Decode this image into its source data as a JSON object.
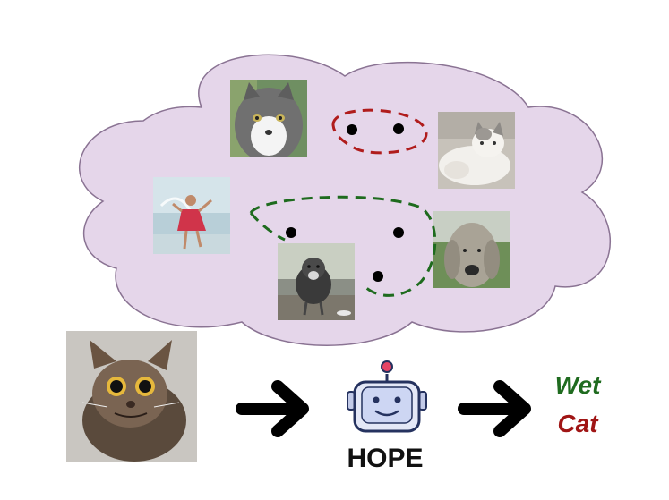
{
  "diagram": {
    "model_label": "HOPE",
    "output": [
      {
        "text": "Wet",
        "color": "#1f6b1f"
      },
      {
        "text": "Cat",
        "color": "#a01515"
      }
    ],
    "colors": {
      "cloud_fill": "#e5d6ea",
      "cloud_stroke": "#8a7393",
      "red_cluster": "#b01c1c",
      "green_cluster": "#1e6b1e",
      "arrow": "#000000",
      "robot_body": "#e4e8f7",
      "robot_stroke": "#25325f",
      "robot_antenna": "#e64566"
    },
    "icons": [
      "robot-icon",
      "arrow-right-icon"
    ]
  }
}
